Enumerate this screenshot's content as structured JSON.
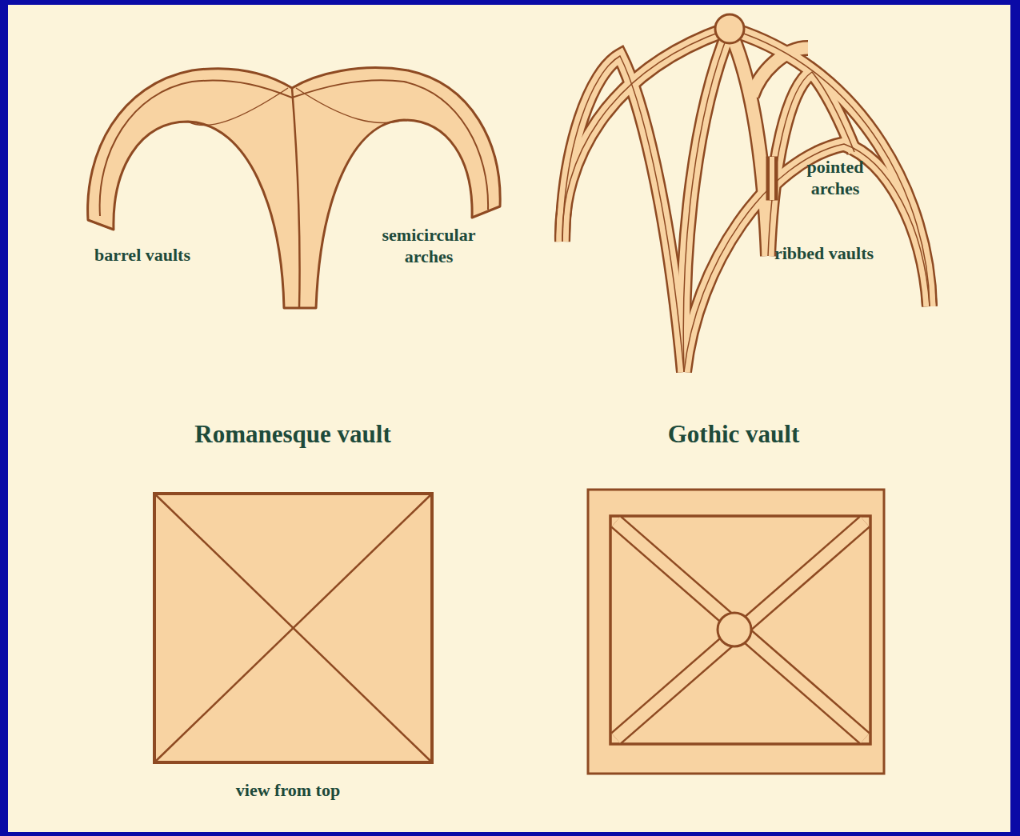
{
  "diagram": {
    "labels": [
      "barrel vaults",
      "semicircular arches",
      "pointed arches",
      "ribbed vaults",
      "Romanesque vault",
      "Gothic vault",
      "view from top"
    ]
  }
}
